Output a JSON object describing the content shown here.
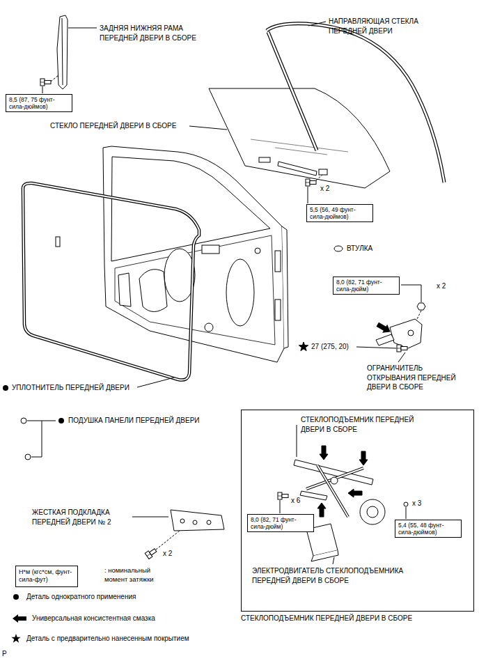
{
  "diagram": {
    "nodes": [
      {
        "text": [
          "8,5 (87, 75 фунт-сила-дюймов)"
        ]
      },
      {
        "text": [
          "5,5 (56, 49 фунт-сила-дюймов)"
        ]
      },
      {
        "text": [
          "8,0 (82, 71 фунт-сила-дюйм)"
        ]
      },
      {
        "text": [
          "СТЕКЛОПОДЪЕМНИК ПЕРЕДНЕЙ ДВЕРИ В СБОРЕ"
        ]
      },
      {
        "text": [
          "8,0 (82, 71 фунт-сила-дюйм)"
        ],
        "in": 3
      },
      {
        "text": [
          "5,4 (55, 48 фунт-сила-дюймов)"
        ],
        "in": 3
      },
      {
        "text": [
          "Н*м (кгс*см, фунт-сила-фут)"
        ]
      }
    ],
    "labels": [
      "ЗАДНЯЯ НИЖНЯЯ РАМА ПЕРЕДНЕЙ ДВЕРИ В СБОРЕ",
      "НАПРАВЛЯЮЩАЯ СТЕКЛА ПЕРЕДНЕЙ ДВЕРИ",
      "СТЕКЛО ПЕРЕДНЕЙ ДВЕРИ В СБОРЕ",
      "x 2",
      "ВТУЛКА",
      "x 2",
      "27 (275, 20)",
      "ОГРАНИЧИТЕЛЬ ОТКРЫВАНИЯ ПЕРЕДНЕЙ ДВЕРИ В СБОРЕ",
      "УПЛОТНИТЕЛЬ ПЕРЕДНЕЙ ДВЕРИ",
      "ПОДУШКА ПАНЕЛИ ПЕРЕДНЕЙ ДВЕРИ",
      "ЖЕСТКАЯ ПОДКЛАДКА ПЕРЕДНЕЙ ДВЕРИ № 2",
      "x 2",
      "СТЕКЛОПОДЪЕМНИК ПЕРЕДНЕЙ ДВЕРИ В СБОРЕ",
      "x 6",
      "x 3",
      "ЭЛЕКТРОДВИГАТЕЛЬ СТЕКЛОПОДЪЕМНИКА ПЕРЕДНЕЙ ДВЕРИ В СБОРЕ",
      ": номинальный момент затяжки",
      "P"
    ],
    "legend": [
      {
        "text": "Деталь однократного применения"
      },
      {
        "text": "Универсальная консистентная смазка"
      },
      {
        "text": "Деталь с предварительно нанесенным покрытием"
      }
    ]
  }
}
